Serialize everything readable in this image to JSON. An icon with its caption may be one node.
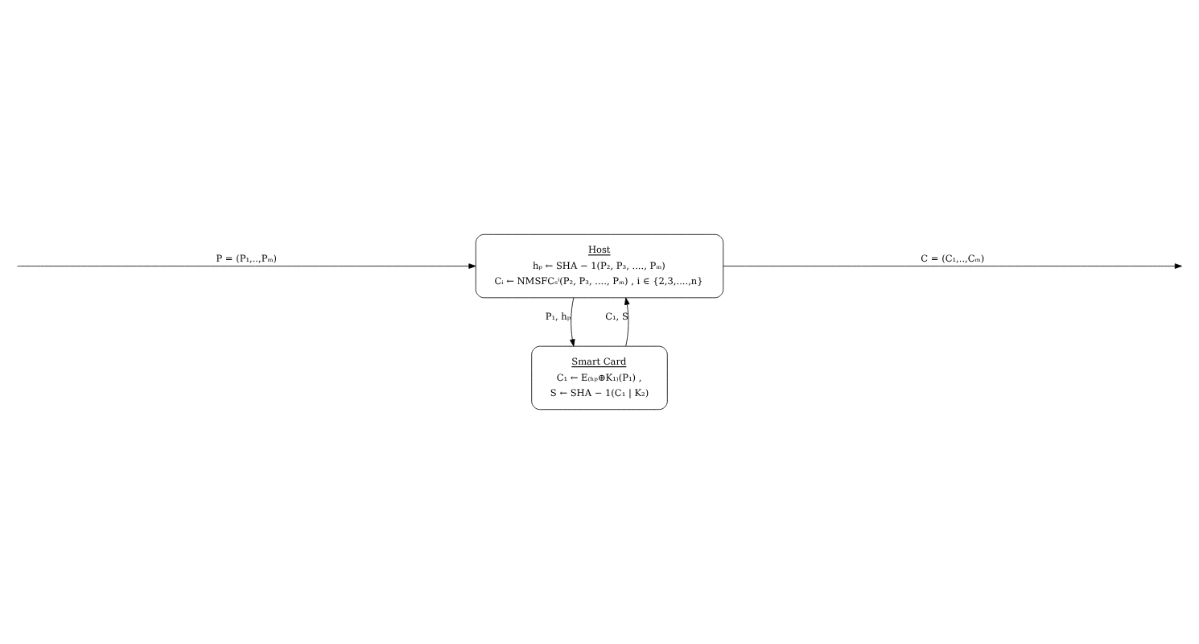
{
  "diagram": {
    "nodes": [
      {
        "text": [
          "Host",
          "hₚ ← SHA − 1(P₂, P₃, ...., Pₘ)",
          "Cᵢ ← NMSFCₛⁱ(P₂, P₃, ...., Pₘ) , i ∈ {2,3,....,n}"
        ]
      },
      {
        "text": [
          "Smart Card",
          "C₁ ← E₍ₕₚ⊕K₁₎(P₁) ,",
          "S ← SHA − 1(C₁ | K₂)"
        ]
      }
    ],
    "edges": [
      {
        "from": null,
        "to": 0,
        "arrow": "to",
        "label": "P = (P₁,..,Pₘ)"
      },
      {
        "from": 0,
        "to": null,
        "arrow": "to",
        "label": "C = (C₁,..,Cₘ)"
      },
      {
        "from": 0,
        "to": 1,
        "arrow": "to",
        "label": "P₁, hₚ"
      },
      {
        "from": 1,
        "to": 0,
        "arrow": "to",
        "label": "C₁, S"
      }
    ]
  }
}
